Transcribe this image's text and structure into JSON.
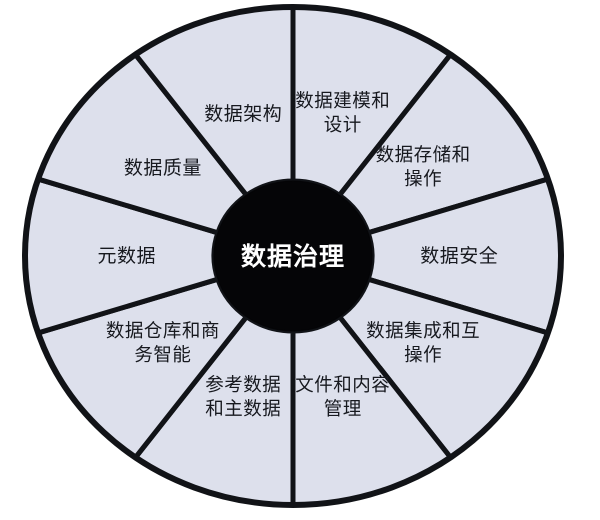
{
  "diagram": {
    "title": "数据治理",
    "type": "segmented-wheel",
    "segment_count": 10,
    "colors": {
      "background": "#ffffff",
      "segment_fill": "#dde0ec",
      "segment_stroke": "#111317",
      "hub_fill": "#050507",
      "hub_text": "#ffffff",
      "segment_text": "#17191f"
    },
    "center": {
      "label": "数据治理"
    },
    "segments": [
      {
        "id": "data-modeling-and-design",
        "lines": [
          "数据建模和",
          "设计"
        ],
        "full_label": "数据建模和设计"
      },
      {
        "id": "data-storage-and-operations",
        "lines": [
          "数据存储和",
          "操作"
        ],
        "full_label": "数据存储和操作"
      },
      {
        "id": "data-security",
        "lines": [
          "数据安全"
        ],
        "full_label": "数据安全"
      },
      {
        "id": "data-integration-and-interoperability",
        "lines": [
          "数据集成和互",
          "操作"
        ],
        "full_label": "数据集成和互操作"
      },
      {
        "id": "document-and-content-management",
        "lines": [
          "文件和内容",
          "管理"
        ],
        "full_label": "文件和内容管理"
      },
      {
        "id": "reference-and-master-data",
        "lines": [
          "参考数据",
          "和主数据"
        ],
        "full_label": "参考数据和主数据"
      },
      {
        "id": "data-warehousing-and-business-intelligence",
        "lines": [
          "数据仓库和商",
          "务智能"
        ],
        "full_label": "数据仓库和商务智能"
      },
      {
        "id": "metadata",
        "lines": [
          "元数据"
        ],
        "full_label": "元数据"
      },
      {
        "id": "data-quality",
        "lines": [
          "数据质量"
        ],
        "full_label": "数据质量"
      },
      {
        "id": "data-architecture",
        "lines": [
          "数据架构"
        ],
        "full_label": "数据架构"
      }
    ]
  }
}
